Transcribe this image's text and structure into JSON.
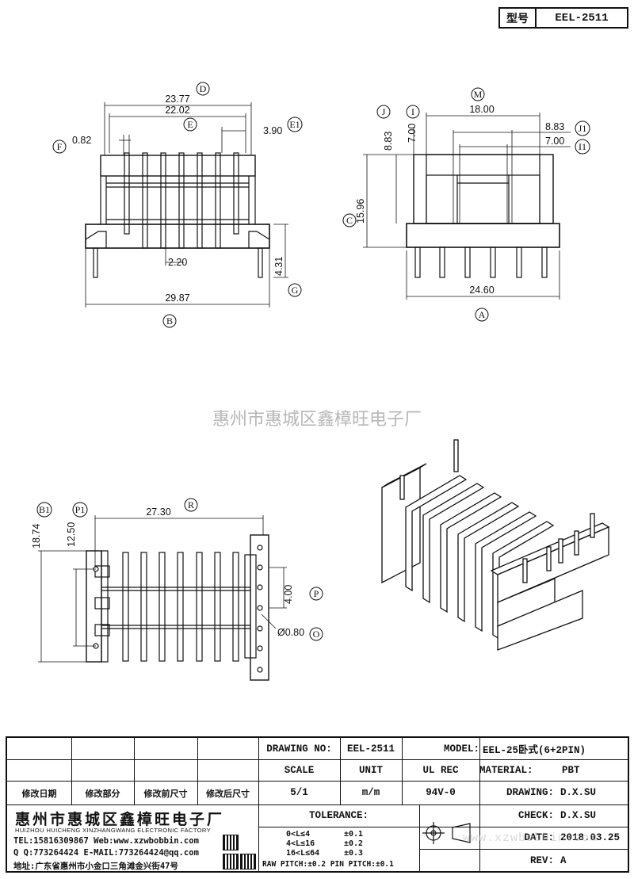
{
  "header": {
    "label": "型号",
    "model": "EEL-2511"
  },
  "watermark": "惠州市惠城区鑫樟旺电子厂",
  "dimensions": {
    "D": "23.77",
    "E": "22.02",
    "E1": "3.90",
    "F": "0.82",
    "pitch": "2.20",
    "G": "4.31",
    "B": "29.87",
    "M": "18.00",
    "J": "8.83",
    "I": "7.00",
    "J1": "8.83",
    "I1": "7.00",
    "C": "15.96",
    "A": "24.60",
    "B1": "18.74",
    "P1": "12.50",
    "R": "27.30",
    "P": "4.00",
    "O": "Ø0.80"
  },
  "markers": {
    "D": "D",
    "E": "E",
    "E1": "E1",
    "F": "F",
    "B": "B",
    "G": "G",
    "J": "J",
    "I": "I",
    "M": "M",
    "J1": "J1",
    "I1": "I1",
    "C": "C",
    "A": "A",
    "B1": "B1",
    "P1": "P1",
    "R": "R",
    "P": "P",
    "O": "O"
  },
  "title_block": {
    "rev_headers": [
      "修改日期",
      "修改部分",
      "修改前尺寸",
      "修改后尺寸"
    ],
    "drawing_no_label": "DRAWING NO:",
    "drawing_no": "EEL-2511",
    "model_label": "MODEL:",
    "model": "EEL-25卧式(6+2PIN)",
    "scale_label": "SCALE",
    "unit_label": "UNIT",
    "ul_rec_label": "UL REC",
    "material_label": "MATERIAL:",
    "material": "PBT",
    "scale": "5/1",
    "unit": "m/m",
    "ul_rec": "94V-0",
    "drawing_label": "DRAWING:",
    "drawing_by": "D.X.SU",
    "tolerance_label": "TOLERANCE:",
    "check_label": "CHECK:",
    "check_by": "D.X.SU",
    "date_label": "DATE:",
    "date": "2018.03.25",
    "rev_label": "REV:",
    "rev": "A",
    "tolerances": [
      {
        "range": "0<L≤4",
        "tol": "±0.1"
      },
      {
        "range": "4<L≤16",
        "tol": "±0.2"
      },
      {
        "range": "16<L≤64",
        "tol": "±0.3"
      }
    ],
    "pitch_note": "RAW PITCH:±0.2 PIN PITCH:±0.1",
    "company_cn": "惠州市惠城区鑫樟旺电子厂",
    "company_en": "HUIZHOU HUICHENG XINZHANGWANG ELECTRONIC FACTORY",
    "tel": "TEL:15816309867 Web:www.xzwbobbin.com",
    "qq": "Q Q:773264424 E-MAIL:773264424@qq.com",
    "address": "地址:广东省惠州市小金口三角滩金兴街47号",
    "website_overlay": "www.xzwbobbin.com"
  }
}
